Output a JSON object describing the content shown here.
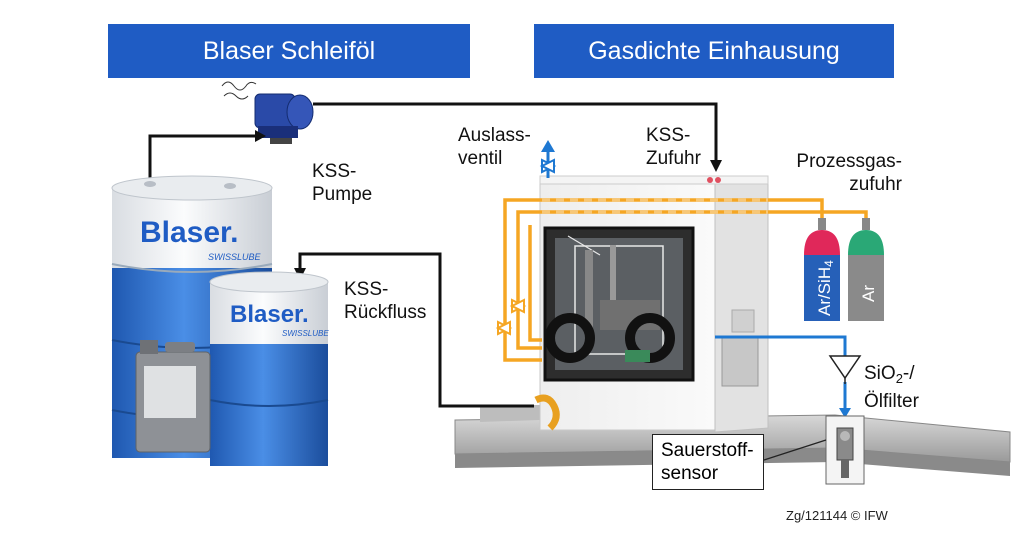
{
  "headers": {
    "left": "Blaser Schleiföl",
    "right": "Gasdichte Einhausung"
  },
  "labels": {
    "pump": [
      "KSS-",
      "Pumpe"
    ],
    "return": [
      "KSS-",
      "Rückfluss"
    ],
    "outlet": [
      "Auslass-",
      "ventil"
    ],
    "supply": [
      "KSS-",
      "Zufuhr"
    ],
    "process_gas": [
      "Prozessgas-",
      "zufuhr"
    ],
    "filter_line1_pre": "SiO",
    "filter_line1_sub": "2",
    "filter_line1_post": "-/",
    "filter_line2": "Ölfilter",
    "sensor": [
      "Sauerstoff-",
      "sensor"
    ]
  },
  "cylinders": {
    "left": "Ar/SiH",
    "left_sub": "4",
    "right": "Ar"
  },
  "drum_brand": "Blaser.",
  "drum_sub": "SWISSLUBE",
  "copyright": "Zg/121144 © IFW",
  "colors": {
    "header": "#1f5cc4",
    "drum_blue": "#2e6fc9",
    "gas_line": "#f5a623",
    "coolant_line": "#1e78d2",
    "cyl_red": "#e0285a",
    "cyl_green": "#2aa876"
  }
}
